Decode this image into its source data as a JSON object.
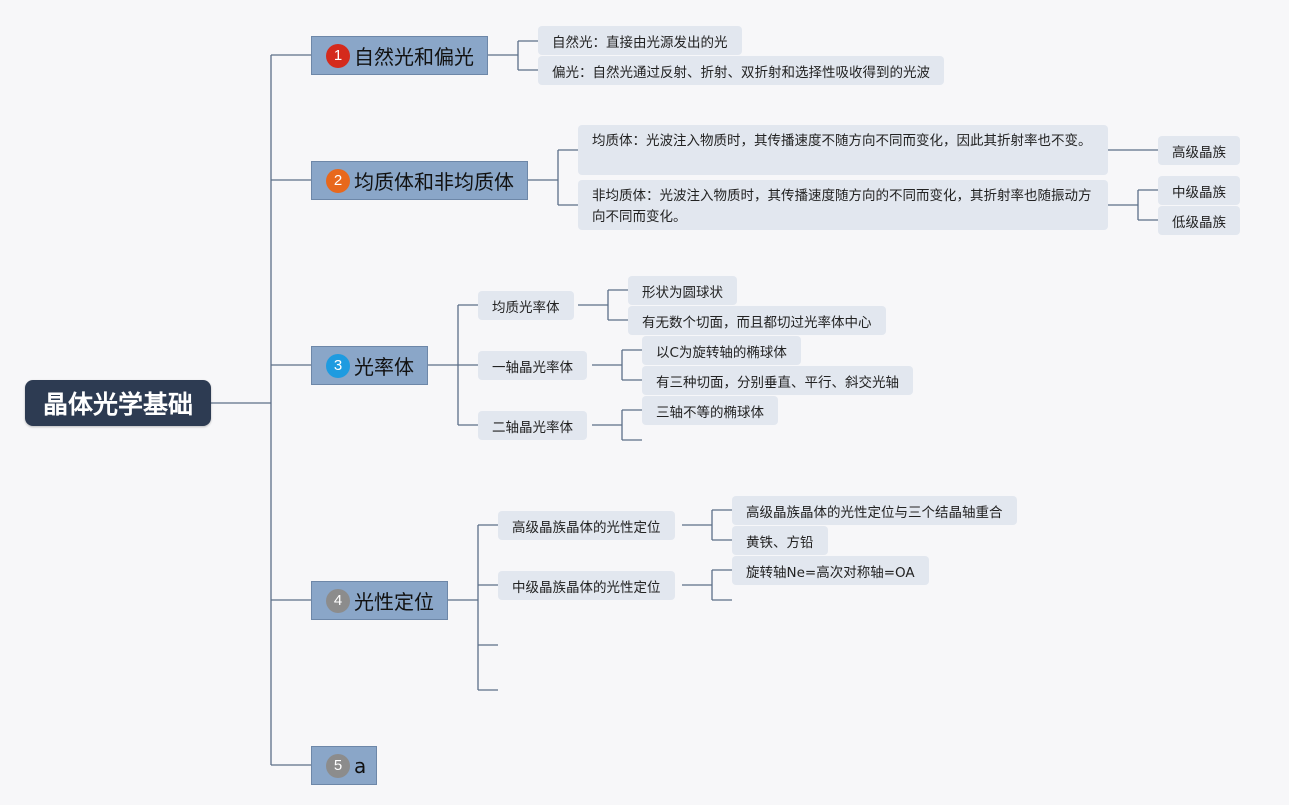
{
  "root": {
    "label": "晶体光学基础"
  },
  "topics": [
    {
      "badge": "1",
      "badge_color": "#d42a1c",
      "label": "自然光和偏光",
      "items": [
        {
          "label": "自然光：直接由光源发出的光"
        },
        {
          "label": "偏光：自然光通过反射、折射、双折射和选择性吸收得到的光波"
        }
      ]
    },
    {
      "badge": "2",
      "badge_color": "#e8681c",
      "label": "均质体和非均质体",
      "items": [
        {
          "label": "均质体：光波注入物质时，其传播速度不随方向不同而变化，因此其折射率也不变。",
          "children": [
            "高级晶族"
          ]
        },
        {
          "label": "非均质体：光波注入物质时，其传播速度随方向的不同而变化，其折射率也随振动方向不同而变化。",
          "children": [
            "中级晶族",
            "低级晶族"
          ]
        }
      ]
    },
    {
      "badge": "3",
      "badge_color": "#1e9be0",
      "label": "光率体",
      "items": [
        {
          "label": "均质光率体",
          "children": [
            "形状为圆球状",
            "有无数个切面，而且都切过光率体中心"
          ]
        },
        {
          "label": "一轴晶光率体",
          "children": [
            "以C为旋转轴的椭球体",
            "有三种切面，分别垂直、平行、斜交光轴"
          ]
        },
        {
          "label": "二轴晶光率体",
          "children": [
            "三轴不等的椭球体",
            ""
          ]
        }
      ]
    },
    {
      "badge": "4",
      "badge_color": "#8c8c8c",
      "label": "光性定位",
      "items": [
        {
          "label": "高级晶族晶体的光性定位",
          "children": [
            "高级晶族晶体的光性定位与三个结晶轴重合",
            "黄铁、方铅"
          ]
        },
        {
          "label": "中级晶族晶体的光性定位",
          "children": [
            "旋转轴Ne=高次对称轴=OA",
            ""
          ]
        },
        {
          "label": ""
        },
        {
          "label": ""
        }
      ]
    },
    {
      "badge": "5",
      "badge_color": "#8c8c8c",
      "label": "a"
    }
  ]
}
